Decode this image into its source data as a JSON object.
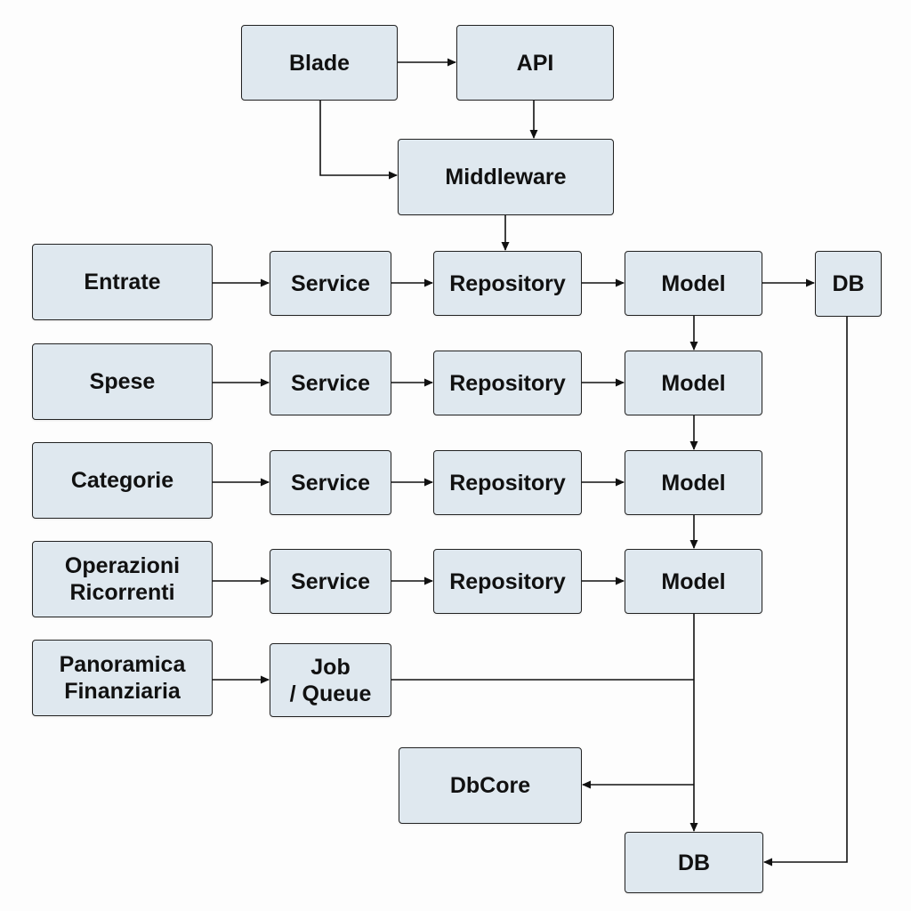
{
  "nodes": {
    "blade": "Blade",
    "api": "API",
    "middleware": "Middleware",
    "entrate": "Entrate",
    "spese": "Spese",
    "categorie": "Categorie",
    "operazioni": "Operazioni\nRicorrenti",
    "panoramica": "Panoramica\nFinanziaria",
    "service_1": "Service",
    "service_2": "Service",
    "service_3": "Service",
    "service_4": "Service",
    "repository_1": "Repository",
    "repository_2": "Repository",
    "repository_3": "Repository",
    "repository_4": "Repository",
    "model_1": "Model",
    "model_2": "Model",
    "model_3": "Model",
    "model_4": "Model",
    "db_top": "DB",
    "job_queue": "Job\n/ Queue",
    "dbcore": "DbCore",
    "db_bottom": "DB"
  },
  "edges": [
    {
      "from": "Blade",
      "to": "API"
    },
    {
      "from": "Blade",
      "to": "Middleware"
    },
    {
      "from": "API",
      "to": "Middleware"
    },
    {
      "from": "Middleware",
      "to": "Repository"
    },
    {
      "from": "Entrate",
      "to": "Service"
    },
    {
      "from": "Service",
      "to": "Repository"
    },
    {
      "from": "Repository",
      "to": "Model"
    },
    {
      "from": "Model",
      "to": "DB"
    },
    {
      "from": "Spese",
      "to": "Service"
    },
    {
      "from": "Categorie",
      "to": "Service"
    },
    {
      "from": "Operazioni Ricorrenti",
      "to": "Service"
    },
    {
      "from": "Panoramica Finanziaria",
      "to": "Job / Queue"
    },
    {
      "from": "Model",
      "to": "Model"
    },
    {
      "from": "Model",
      "to": "DB"
    },
    {
      "from": "Job / Queue",
      "to": "DB"
    },
    {
      "from": "Model",
      "to": "DbCore"
    },
    {
      "from": "DB",
      "to": "DB"
    }
  ]
}
